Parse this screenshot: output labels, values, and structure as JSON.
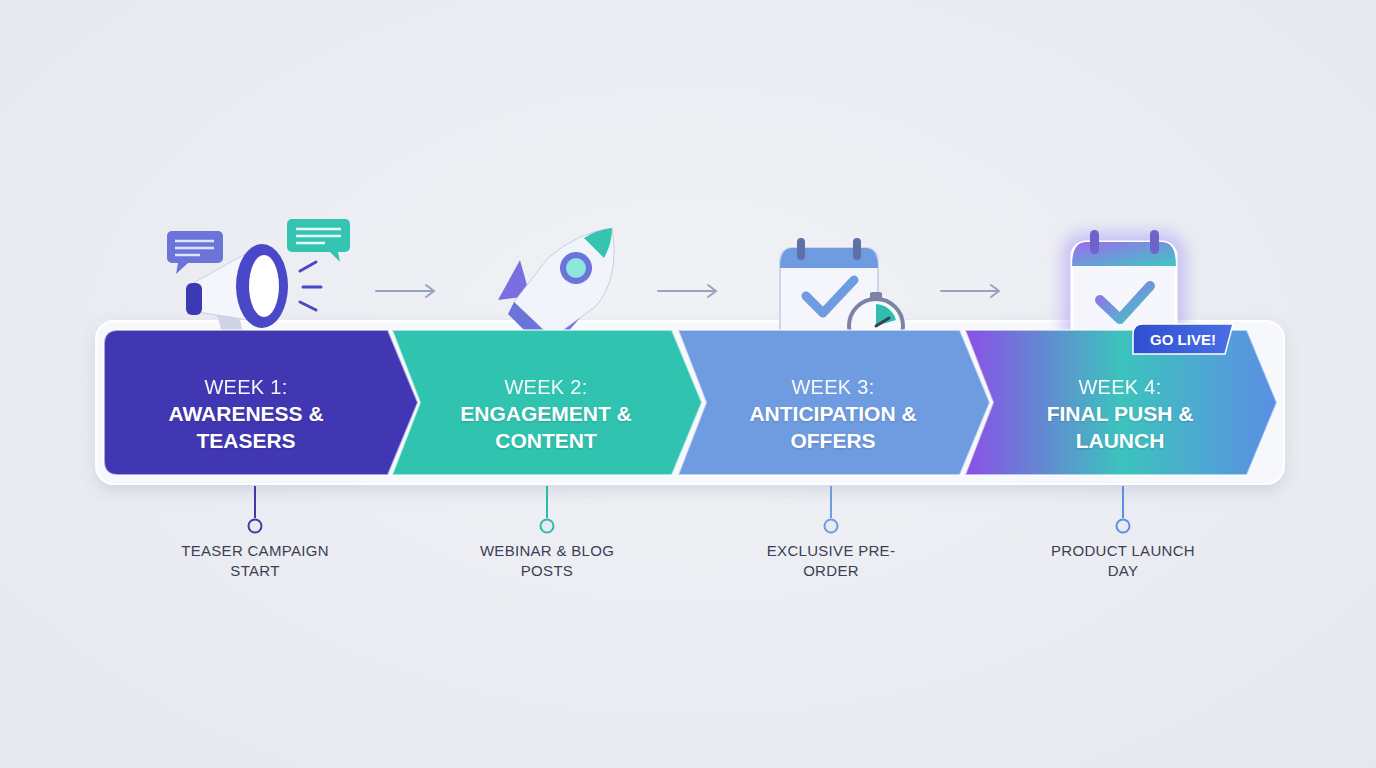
{
  "diagram": {
    "nodes": [
      {
        "text": [
          "WEEK 1:",
          "AWARENESS & TEASERS"
        ]
      },
      {
        "text": [
          "WEEK 2:",
          "ENGAGEMENT & CONTENT"
        ]
      },
      {
        "text": [
          "WEEK 3:",
          "ANTICIPATION & OFFERS"
        ]
      },
      {
        "text": [
          "WEEK 4:",
          "FINAL PUSH & LAUNCH"
        ]
      },
      {
        "text": [
          "GO LIVE!"
        ]
      }
    ],
    "labels": [
      "TEASER CAMPAIGN START",
      "WEBINAR & BLOG POSTS",
      "EXCLUSIVE PRE-ORDER",
      "PRODUCT LAUNCH DAY"
    ]
  }
}
